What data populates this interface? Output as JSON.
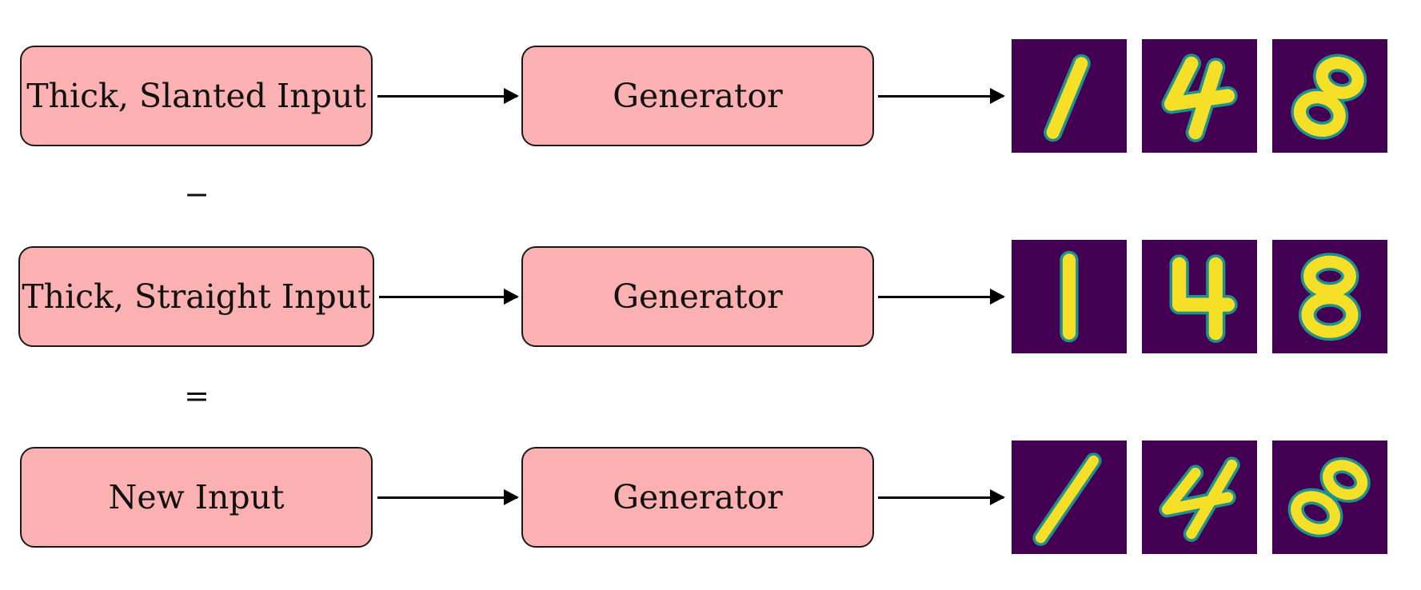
{
  "rows": [
    {
      "input": "Thick, Slanted Input",
      "generator": "Generator",
      "outputs": [
        "digit-1-slanted",
        "digit-4-slanted",
        "digit-8-slanted"
      ]
    },
    {
      "input": "Thick, Straight Input",
      "generator": "Generator",
      "outputs": [
        "digit-1-straight",
        "digit-4-straight",
        "digit-8-straight"
      ]
    },
    {
      "input": "New Input",
      "generator": "Generator",
      "outputs": [
        "digit-1-new",
        "digit-4-new",
        "digit-8-new"
      ]
    }
  ],
  "operators": {
    "minus": "−",
    "equals": "="
  },
  "colors": {
    "box_fill": "#fbb1b1",
    "box_border": "#1a1a1a",
    "image_bg": "#440154",
    "digit_stroke": "#f5e027",
    "digit_edge": "#21918c"
  }
}
